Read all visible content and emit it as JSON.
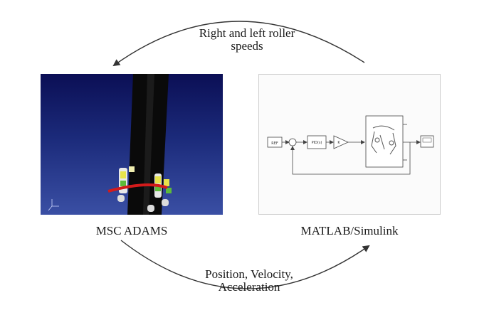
{
  "top_arrow_label": "Right and left roller\nspeeds",
  "bottom_arrow_label": "Position, Velocity,\nAcceleration",
  "left_panel": {
    "caption": "MSC ADAMS"
  },
  "right_panel": {
    "caption": "MATLAB/Simulink",
    "blocks": {
      "input": "REF",
      "controller": "PID(s)",
      "gain": "K"
    }
  }
}
